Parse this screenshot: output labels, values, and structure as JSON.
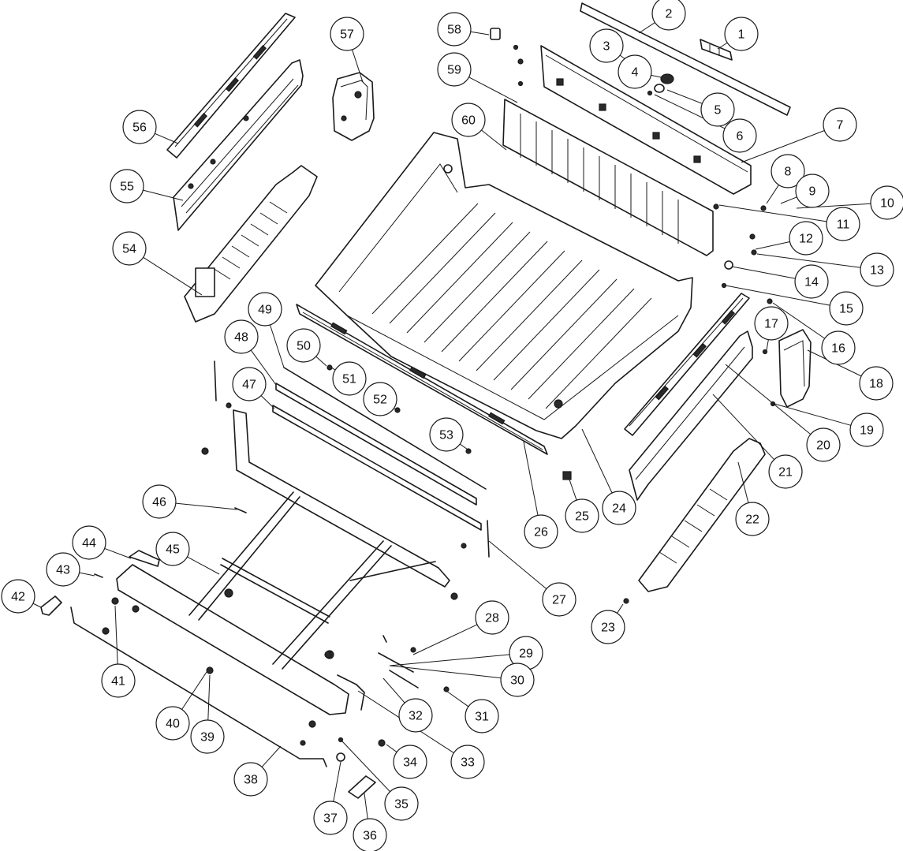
{
  "callouts": [
    {
      "id": 1,
      "label": "1"
    },
    {
      "id": 2,
      "label": "2"
    },
    {
      "id": 3,
      "label": "3"
    },
    {
      "id": 4,
      "label": "4"
    },
    {
      "id": 5,
      "label": "5"
    },
    {
      "id": 6,
      "label": "6"
    },
    {
      "id": 7,
      "label": "7"
    },
    {
      "id": 8,
      "label": "8"
    },
    {
      "id": 9,
      "label": "9"
    },
    {
      "id": 10,
      "label": "10"
    },
    {
      "id": 11,
      "label": "11"
    },
    {
      "id": 12,
      "label": "12"
    },
    {
      "id": 13,
      "label": "13"
    },
    {
      "id": 14,
      "label": "14"
    },
    {
      "id": 15,
      "label": "15"
    },
    {
      "id": 16,
      "label": "16"
    },
    {
      "id": 17,
      "label": "17"
    },
    {
      "id": 18,
      "label": "18"
    },
    {
      "id": 19,
      "label": "19"
    },
    {
      "id": 20,
      "label": "20"
    },
    {
      "id": 21,
      "label": "21"
    },
    {
      "id": 22,
      "label": "22"
    },
    {
      "id": 23,
      "label": "23"
    },
    {
      "id": 24,
      "label": "24"
    },
    {
      "id": 25,
      "label": "25"
    },
    {
      "id": 26,
      "label": "26"
    },
    {
      "id": 27,
      "label": "27"
    },
    {
      "id": 28,
      "label": "28"
    },
    {
      "id": 29,
      "label": "29"
    },
    {
      "id": 30,
      "label": "30"
    },
    {
      "id": 31,
      "label": "31"
    },
    {
      "id": 32,
      "label": "32"
    },
    {
      "id": 33,
      "label": "33"
    },
    {
      "id": 34,
      "label": "34"
    },
    {
      "id": 35,
      "label": "35"
    },
    {
      "id": 36,
      "label": "36"
    },
    {
      "id": 37,
      "label": "37"
    },
    {
      "id": 38,
      "label": "38"
    },
    {
      "id": 39,
      "label": "39"
    },
    {
      "id": 40,
      "label": "40"
    },
    {
      "id": 41,
      "label": "41"
    },
    {
      "id": 42,
      "label": "42"
    },
    {
      "id": 43,
      "label": "43"
    },
    {
      "id": 44,
      "label": "44"
    },
    {
      "id": 45,
      "label": "45"
    },
    {
      "id": 46,
      "label": "46"
    },
    {
      "id": 47,
      "label": "47"
    },
    {
      "id": 48,
      "label": "48"
    },
    {
      "id": 49,
      "label": "49"
    },
    {
      "id": 50,
      "label": "50"
    },
    {
      "id": 51,
      "label": "51"
    },
    {
      "id": 52,
      "label": "52"
    },
    {
      "id": 53,
      "label": "53"
    },
    {
      "id": 54,
      "label": "54"
    },
    {
      "id": 55,
      "label": "55"
    },
    {
      "id": 56,
      "label": "56"
    },
    {
      "id": 57,
      "label": "57"
    },
    {
      "id": 58,
      "label": "58"
    },
    {
      "id": 59,
      "label": "59"
    },
    {
      "id": 60,
      "label": "60"
    }
  ]
}
